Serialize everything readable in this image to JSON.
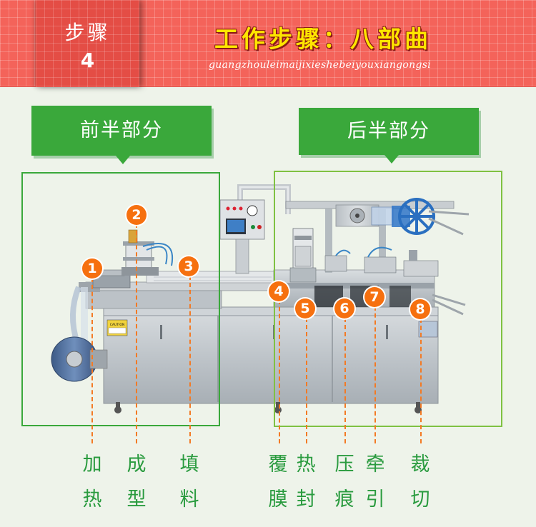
{
  "header": {
    "step_label": "步骤",
    "step_number": "4",
    "title": "工作步骤：八部曲",
    "subtitle": "guangzhouleimaijixieshebeiyouxiangongsi"
  },
  "sections": {
    "front": "前半部分",
    "back": "后半部分"
  },
  "machine": {
    "caution_label": "CAUTION"
  },
  "markers": [
    "1",
    "2",
    "3",
    "4",
    "5",
    "6",
    "7",
    "8"
  ],
  "steps": [
    {
      "line1": "加",
      "line2": "热"
    },
    {
      "line1": "成",
      "line2": "型"
    },
    {
      "line1": "填",
      "line2": "料"
    },
    {
      "line1": "覆",
      "line2": "膜"
    },
    {
      "line1": "热",
      "line2": "封"
    },
    {
      "line1": "压",
      "line2": "痕"
    },
    {
      "line1": "牵",
      "line2": "引"
    },
    {
      "line1": "裁",
      "line2": "切"
    }
  ],
  "colors": {
    "header_red": "#f4635a",
    "title_yellow": "#ffe600",
    "section_green": "#3aa83b",
    "marker_orange": "#f6700f",
    "label_green": "#2a9b3f"
  }
}
